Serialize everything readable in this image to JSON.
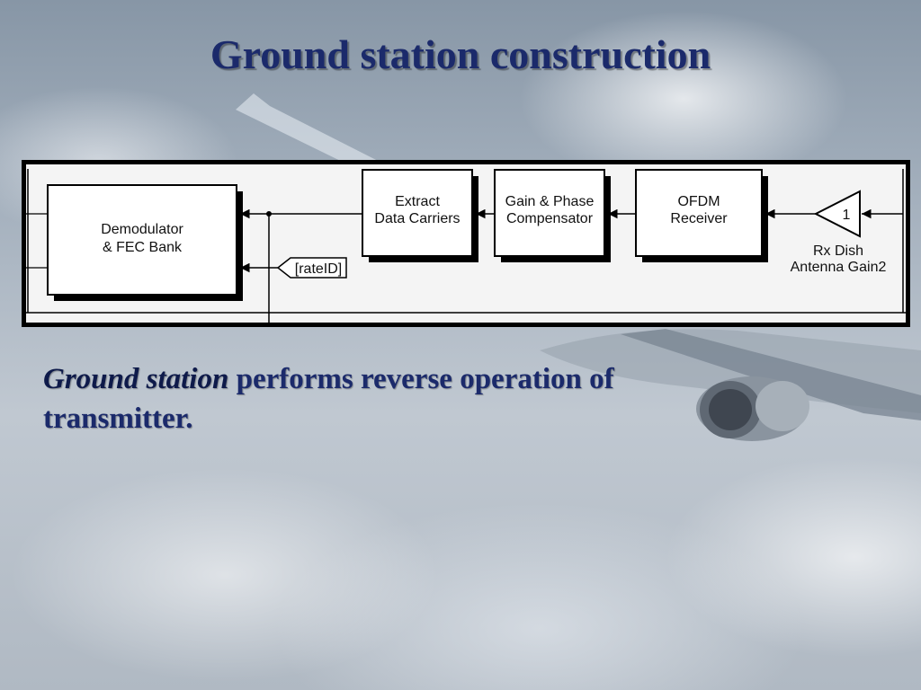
{
  "slide": {
    "title": "Ground station construction"
  },
  "diagram": {
    "blocks": {
      "demodulator": {
        "line1": "Demodulator",
        "line2": "& FEC Bank"
      },
      "extract": {
        "line1": "Extract",
        "line2": "Data Carriers"
      },
      "compensator": {
        "line1": "Gain & Phase",
        "line2": "Compensator"
      },
      "ofdm": {
        "line1": "OFDM",
        "line2": "Receiver"
      },
      "gain": {
        "value": "1",
        "label1": "Rx Dish",
        "label2": "Antenna Gain2"
      },
      "rate_tag": "[rateID]"
    }
  },
  "caption": {
    "emphasis": "Ground station",
    "rest": " performs reverse operation of transmitter."
  },
  "colors": {
    "title_text": "#1b2a6b",
    "diagram_frame": "#000000",
    "diagram_fill": "#f4f4f4"
  }
}
